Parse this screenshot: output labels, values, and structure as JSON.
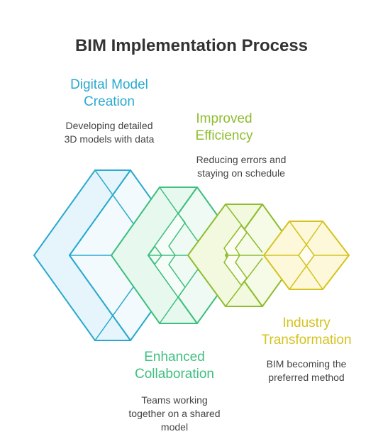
{
  "title": "BIM Implementation Process",
  "colors": {
    "step1": "#29a9cf",
    "step2": "#3fbf7f",
    "step3": "#8fbd2f",
    "step4": "#d4c31e",
    "fill1": "#e6f5fb",
    "fill2": "#e7f8ee",
    "fill3": "#f2f9df",
    "fill4": "#fdf8d9"
  },
  "steps": [
    {
      "title_line1": "Digital Model",
      "title_line2": "Creation",
      "desc_line1": "Developing detailed",
      "desc_line2": "3D models with data",
      "desc_line3": ""
    },
    {
      "title_line1": "Enhanced",
      "title_line2": "Collaboration",
      "desc_line1": "Teams working",
      "desc_line2": "together on a shared",
      "desc_line3": "model"
    },
    {
      "title_line1": "Improved",
      "title_line2": "Efficiency",
      "desc_line1": "Reducing errors and",
      "desc_line2": "staying on schedule",
      "desc_line3": ""
    },
    {
      "title_line1": "Industry",
      "title_line2": "Transformation",
      "desc_line1": "BIM becoming the",
      "desc_line2": "preferred method",
      "desc_line3": ""
    }
  ]
}
